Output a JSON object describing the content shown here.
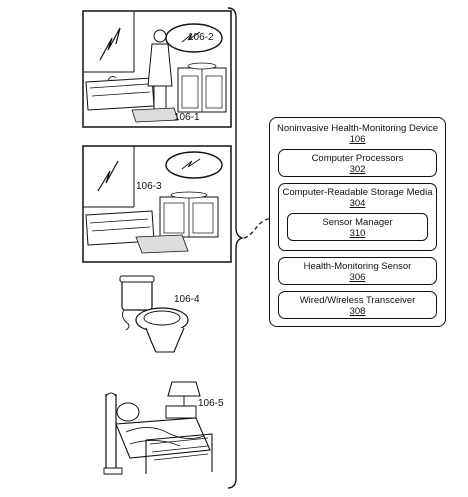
{
  "panels": [
    {
      "label": "106-2",
      "scene": "bathroom-mirror-person"
    },
    {
      "label": "106-1",
      "scene": "bathroom-floor-mat"
    },
    {
      "label": "106-3",
      "scene": "bathroom-sink-mirror"
    },
    {
      "label": "106-4",
      "scene": "toilet"
    },
    {
      "label": "106-5",
      "scene": "bed-with-lamp"
    }
  ],
  "device": {
    "title": "Noninvasive Health-Monitoring Device",
    "number": "106",
    "components": [
      {
        "name": "Computer Processors",
        "number": "302"
      },
      {
        "name": "Computer-Readable Storage Media",
        "number": "304",
        "child": {
          "name": "Sensor Manager",
          "number": "310"
        }
      },
      {
        "name": "Health-Monitoring Sensor",
        "number": "306"
      },
      {
        "name": "Wired/Wireless Transceiver",
        "number": "308"
      }
    ]
  }
}
